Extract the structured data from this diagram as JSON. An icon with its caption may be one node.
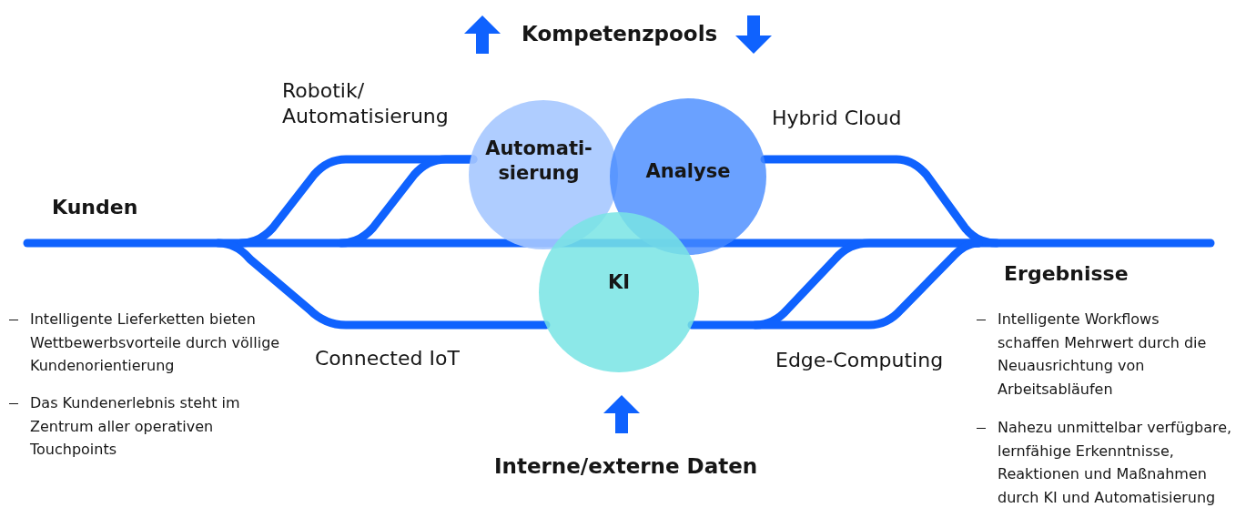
{
  "diagram": {
    "nodes": [
      {
        "text": [
          "Automati- sierung"
        ]
      },
      {
        "text": [
          "Analyse"
        ]
      },
      {
        "text": [
          "KI"
        ]
      }
    ],
    "labels": [
      "Kompetenzpools",
      "Robotik/ Automatisierung",
      "Hybrid Cloud",
      "Kunden",
      "Ergebnisse",
      "Intelligente Lieferketten bieten Wettbewerbsvorteile durch völlige Kundenorientierung",
      "Intelligente Workflows schaffen Mehrwert durch die Neuausrichtung von Arbeitsabläufen",
      "Connected IoT",
      "Edge-Computing",
      "Das Kundenerlebnis steht im Zentrum aller operativen Touchpoints",
      "Nahezu unmittelbar verfügbare, lernfähige Erkenntnisse, Reaktionen und Maßnahmen durch KI und Automatisierung",
      "Interne/externe Daten"
    ]
  }
}
